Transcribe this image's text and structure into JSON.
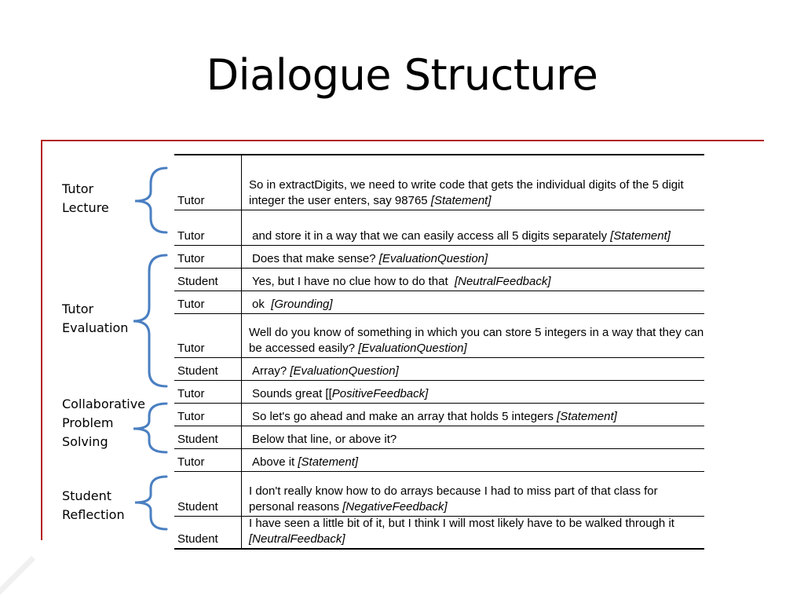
{
  "title": "Dialogue Structure",
  "groups": [
    {
      "label": "Tutor\nLecture"
    },
    {
      "label": "Tutor\nEvaluation"
    },
    {
      "label": "Collaborative\nProblem\nSolving"
    },
    {
      "label": "Student\nReflection"
    }
  ],
  "rows": [
    {
      "speaker": "Tutor",
      "text": "So in extractDigits, we need to write code that gets the individual digits of the 5 digit integer the user enters, say 98765 ",
      "tag": "[Statement]"
    },
    {
      "speaker": "Tutor",
      "text": " and store it in a way that we can easily access all 5 digits separately ",
      "tag": "[Statement]"
    },
    {
      "speaker": "Tutor",
      "text": "Does that make sense? ",
      "tag": "[EvaluationQuestion]"
    },
    {
      "speaker": "Student",
      "text": "Yes, but I have no clue how to do that  ",
      "tag": "[NeutralFeedback]"
    },
    {
      "speaker": "Tutor",
      "text": "ok  ",
      "tag": "[Grounding]"
    },
    {
      "speaker": "Tutor",
      "text": "Well do you know of something in which you can store 5 integers in a way that they can be accessed easily? ",
      "tag": "[EvaluationQuestion]"
    },
    {
      "speaker": "Student",
      "text": "Array? ",
      "tag": "[EvaluationQuestion]"
    },
    {
      "speaker": "Tutor",
      "text": "Sounds great [[",
      "tag": "PositiveFeedback]"
    },
    {
      "speaker": "Tutor",
      "text": "So let's go ahead and make an array that holds 5 integers ",
      "tag": "[Statement]"
    },
    {
      "speaker": "Student",
      "text": "Below that line, or above it?",
      "tag": ""
    },
    {
      "speaker": "Tutor",
      "text": "Above it ",
      "tag": "[Statement]"
    },
    {
      "speaker": "Student",
      "text": "I don't really know how to do arrays because I had to miss part of that class for personal reasons ",
      "tag": "[NegativeFeedback]"
    },
    {
      "speaker": "Student",
      "text": "I have seen a little bit of it, but I think I will most likely have to be walked through it ",
      "tag": "[NeutralFeedback]"
    }
  ],
  "colors": {
    "frame": "#b22222",
    "brace": "#4a7fc1"
  }
}
